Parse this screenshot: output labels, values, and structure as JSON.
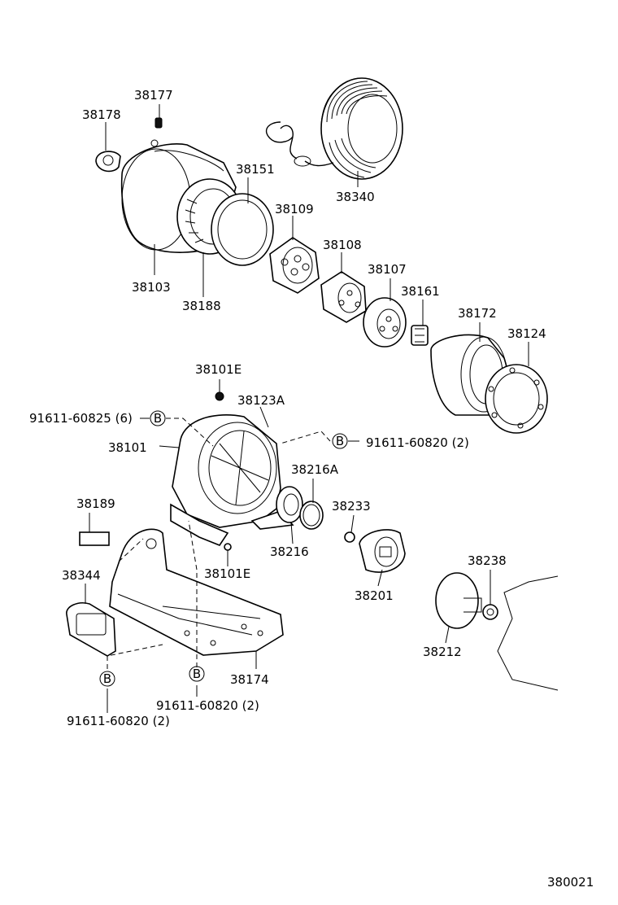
{
  "parts": {
    "p38177": "38177",
    "p38178": "38178",
    "p38151": "38151",
    "p38340": "38340",
    "p38109": "38109",
    "p38108": "38108",
    "p38103": "38103",
    "p38188": "38188",
    "p38107": "38107",
    "p38161": "38161",
    "p38172": "38172",
    "p38124": "38124",
    "p38101E_top": "38101E",
    "p38123A": "38123A",
    "p38101": "38101",
    "p38216A": "38216A",
    "p38189": "38189",
    "p38233": "38233",
    "p38216": "38216",
    "p38101E_bottom": "38101E",
    "p38344": "38344",
    "p38201": "38201",
    "p38238": "38238",
    "p38212": "38212",
    "p38174": "38174"
  },
  "bolts": {
    "b_left_top": "91611-60825 (6)",
    "b_right_top": "91611-60820 (2)",
    "b_center_bottom": "91611-60820 (2)",
    "b_left_bottom": "91611-60820 (2)"
  },
  "bolt_marker": "B",
  "diagram_code": "380021"
}
